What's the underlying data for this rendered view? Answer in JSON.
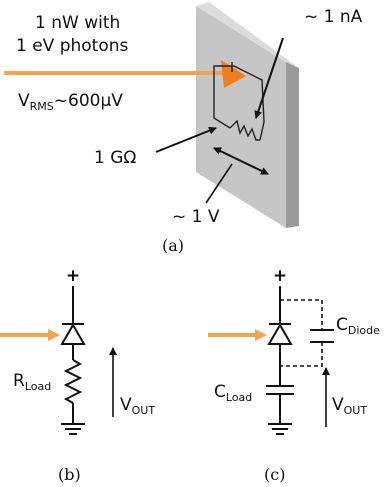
{
  "colors": {
    "beam": "#f5a34f",
    "plate_front": "#c6c6c6",
    "plate_side": "#9a9a9a",
    "ink": "#111111"
  },
  "panel_a": {
    "power_line1": "1 nW with",
    "power_line2": "1 eV photons",
    "vrms_main": "V",
    "vrms_sub": "RMS",
    "vrms_value": "~600μV",
    "current": "~ 1 nA",
    "resistance": "1 GΩ",
    "voltage": "~ 1 V",
    "caption": "(a)"
  },
  "panel_b": {
    "plus": "+",
    "r_main": "R",
    "r_sub": "Load",
    "v_main": "V",
    "v_sub": "OUT",
    "caption": "(b)"
  },
  "panel_c": {
    "plus": "+",
    "cd_main": "C",
    "cd_sub": "Diode",
    "cl_main": "C",
    "cl_sub": "Load",
    "v_main": "V",
    "v_sub": "OUT",
    "caption": "(c)"
  }
}
